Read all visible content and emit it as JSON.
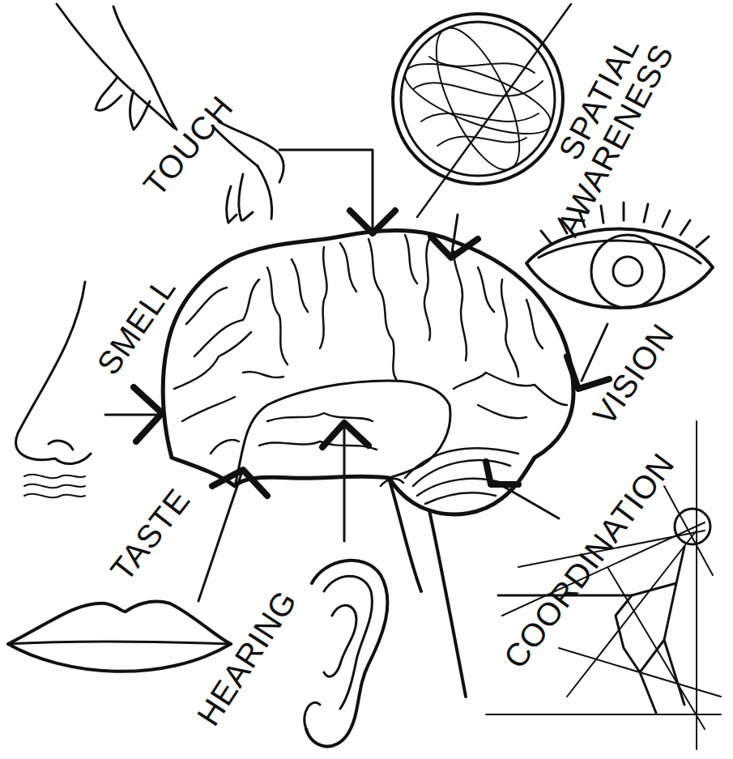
{
  "diagram": {
    "labels": [
      "TOUCH",
      "SPATIAL AWARENESS",
      "SMELL",
      "VISION",
      "TASTE",
      "HEARING",
      "COORDINATION"
    ]
  }
}
